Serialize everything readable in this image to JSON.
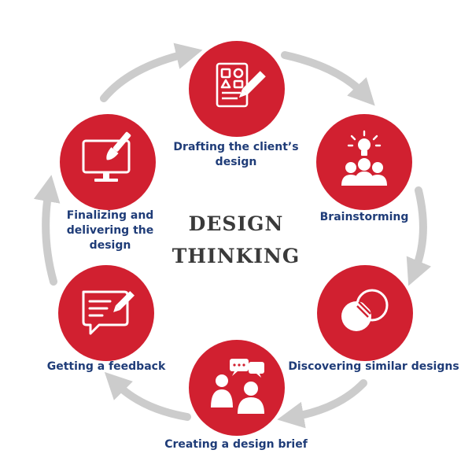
{
  "title": {
    "line1": "DESIGN",
    "line2": "THINKING"
  },
  "colors": {
    "node_fill": "#d12030",
    "arrow": "#cccccc",
    "label_text": "#1f3c78",
    "title_text": "#3a3a3a",
    "icon": "#ffffff"
  },
  "steps": [
    {
      "label_lines": [
        "Drafting the client’s",
        "design"
      ],
      "icon": "document-shapes-pencil-icon"
    },
    {
      "label_lines": [
        "Brainstorming"
      ],
      "icon": "lightbulb-team-icon"
    },
    {
      "label_lines": [
        "Discovering similar designs"
      ],
      "icon": "overlapping-circles-icon"
    },
    {
      "label_lines": [
        "Creating a design brief"
      ],
      "icon": "people-speech-bubbles-icon"
    },
    {
      "label_lines": [
        "Getting a feedback"
      ],
      "icon": "feedback-message-icon"
    },
    {
      "label_lines": [
        "Finalizing and",
        "delivering the",
        "design"
      ],
      "icon": "monitor-paintbrush-icon"
    }
  ]
}
